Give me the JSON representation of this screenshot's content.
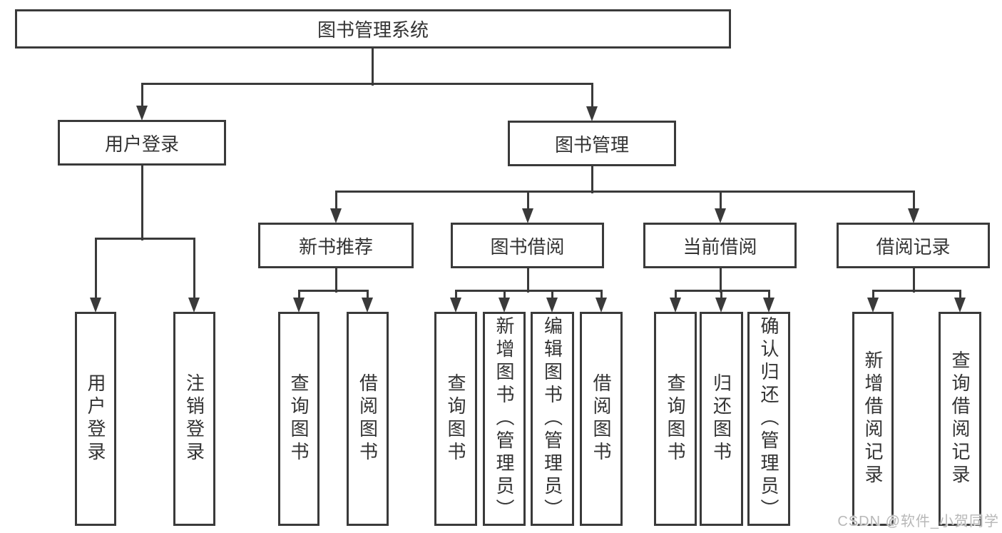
{
  "tree": {
    "label": "图书管理系统",
    "children": [
      {
        "label": "用户登录",
        "children": [
          {
            "label": "用户登录"
          },
          {
            "label": "注销登录"
          }
        ]
      },
      {
        "label": "图书管理",
        "children": [
          {
            "label": "新书推荐",
            "children": [
              {
                "label": "查询图书"
              },
              {
                "label": "借阅图书"
              }
            ]
          },
          {
            "label": "图书借阅",
            "children": [
              {
                "label": "查询图书"
              },
              {
                "label": "新增图书（管理员）"
              },
              {
                "label": "编辑图书（管理员）"
              },
              {
                "label": "借阅图书"
              }
            ]
          },
          {
            "label": "当前借阅",
            "children": [
              {
                "label": "查询图书"
              },
              {
                "label": "归还图书"
              },
              {
                "label": "确认归还（管理员）"
              }
            ]
          },
          {
            "label": "借阅记录",
            "children": [
              {
                "label": "新增借阅记录"
              },
              {
                "label": "查询借阅记录"
              }
            ]
          }
        ]
      }
    ]
  },
  "watermark": "CSDN @软件_小贺同学",
  "colors": {
    "line": "#3a3a3a",
    "text": "#333333",
    "background": "#ffffff",
    "watermark": "#b8b8b8"
  }
}
